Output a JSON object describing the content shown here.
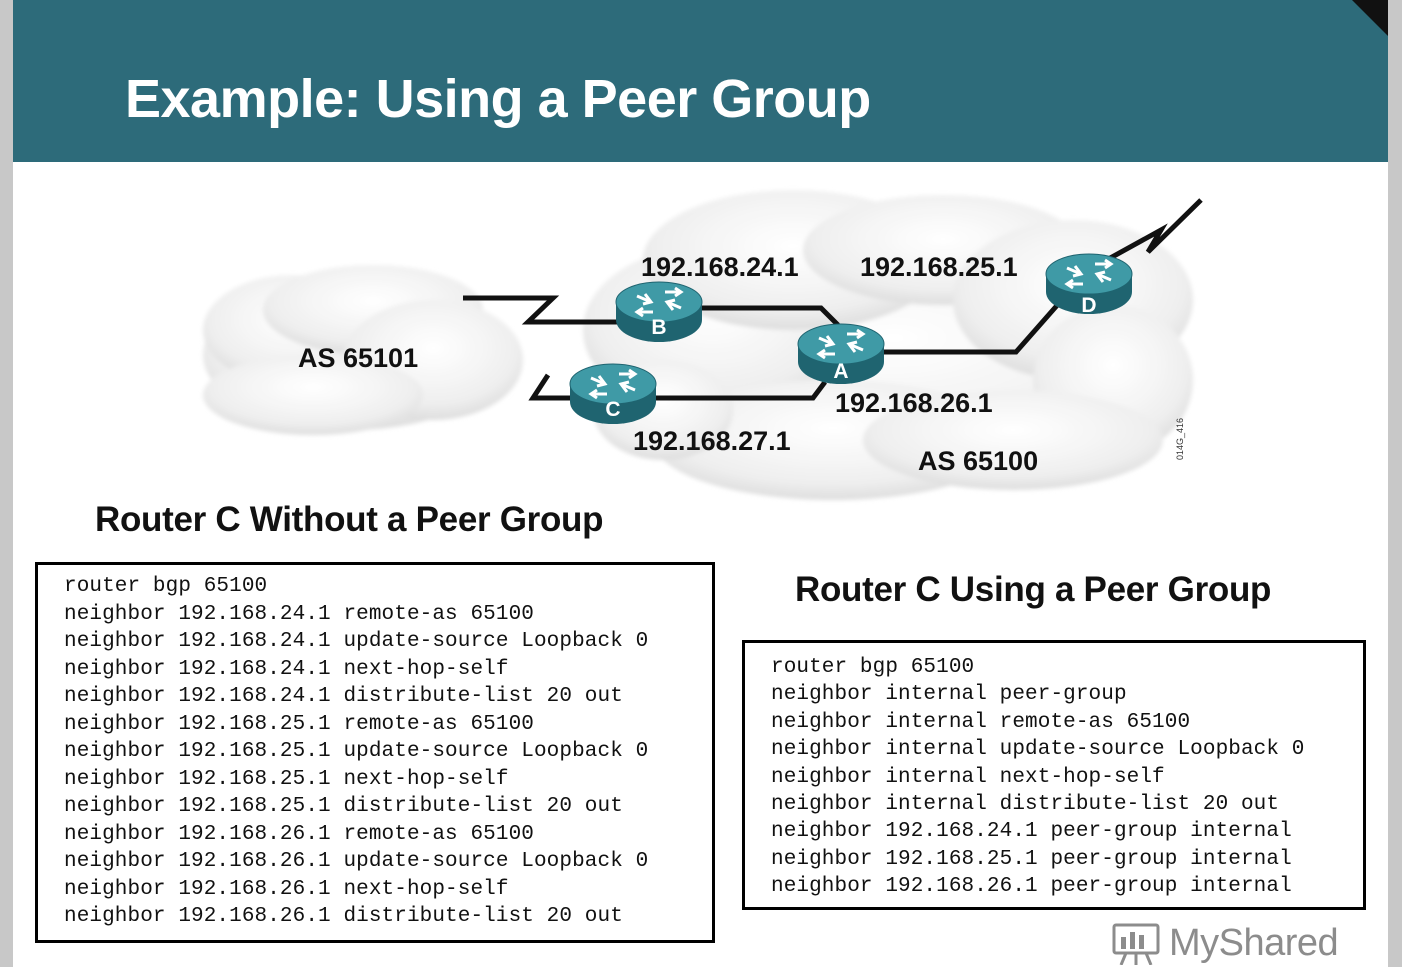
{
  "title": "Example: Using a Peer Group",
  "diagram": {
    "as_labels": {
      "left": "AS 65101",
      "right": "AS 65100"
    },
    "routers": [
      {
        "id": "A",
        "label": "A"
      },
      {
        "id": "B",
        "label": "B"
      },
      {
        "id": "C",
        "label": "C"
      },
      {
        "id": "D",
        "label": "D"
      }
    ],
    "ip_labels": {
      "b": "192.168.24.1",
      "d": "192.168.25.1",
      "a": "192.168.26.1",
      "c": "192.168.27.1"
    },
    "figure_code": "014G_416",
    "colors": {
      "router": "#2a7a86",
      "router_top": "#3f9aa6",
      "cloud": "#eeeeee",
      "link": "#111111"
    }
  },
  "without_group": {
    "heading": "Router C Without a Peer Group",
    "lines": [
      "router bgp 65100",
      "neighbor 192.168.24.1 remote-as 65100",
      "neighbor 192.168.24.1 update-source Loopback 0",
      "neighbor 192.168.24.1 next-hop-self",
      "neighbor 192.168.24.1 distribute-list 20 out",
      "neighbor 192.168.25.1 remote-as 65100",
      "neighbor 192.168.25.1 update-source Loopback 0",
      "neighbor 192.168.25.1 next-hop-self",
      "neighbor 192.168.25.1 distribute-list 20 out",
      "neighbor 192.168.26.1 remote-as 65100",
      "neighbor 192.168.26.1 update-source Loopback 0",
      "neighbor 192.168.26.1 next-hop-self",
      "neighbor 192.168.26.1 distribute-list 20 out"
    ]
  },
  "with_group": {
    "heading": "Router C Using a Peer Group",
    "lines": [
      "router bgp 65100",
      "neighbor internal peer-group",
      "neighbor internal remote-as 65100",
      "neighbor internal update-source Loopback 0",
      "neighbor internal next-hop-self",
      "neighbor internal distribute-list 20 out",
      "neighbor 192.168.24.1 peer-group internal",
      "neighbor 192.168.25.1 peer-group internal",
      "neighbor 192.168.26.1 peer-group internal"
    ]
  },
  "watermark": {
    "text": "MyShared",
    "icon": "presentation-board-icon"
  },
  "colors": {
    "header": "#2d6b7a",
    "title_text": "#ffffff",
    "border": "#000000"
  }
}
